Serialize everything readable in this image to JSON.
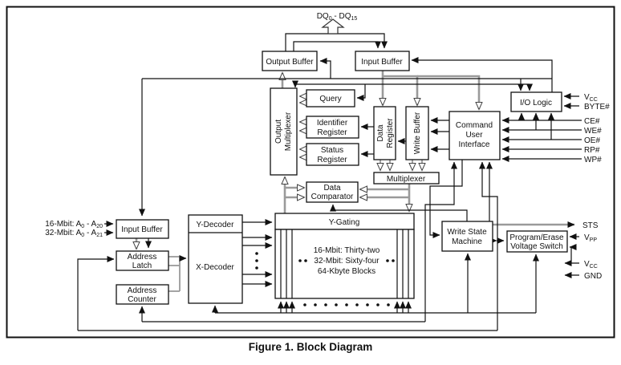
{
  "figure_caption": "Figure 1. Block Diagram",
  "top_bus": {
    "main1": "DQ",
    "sub1": "0",
    "main2": " - DQ",
    "sub2": "15"
  },
  "blocks": {
    "output_buffer": "Output Buffer",
    "input_buffer_top": "Input Buffer",
    "output_multiplexer": [
      "Output",
      "Multiplexer"
    ],
    "query": "Query",
    "identifier_register": [
      "Identifier",
      "Register"
    ],
    "status_register": [
      "Status",
      "Register"
    ],
    "data_register": [
      "Data",
      "Register"
    ],
    "write_buffer": "Write Buffer",
    "command_user_interface": [
      "Command",
      "User",
      "Interface"
    ],
    "io_logic": "I/O Logic",
    "multiplexer": "Multiplexer",
    "data_comparator": [
      "Data",
      "Comparator"
    ],
    "input_buffer_left": "Input Buffer",
    "address_latch": [
      "Address",
      "Latch"
    ],
    "address_counter": [
      "Address",
      "Counter"
    ],
    "y_decoder": "Y-Decoder",
    "x_decoder": "X-Decoder",
    "y_gating": "Y-Gating",
    "memory_array": [
      "16-Mbit: Thirty-two",
      "32-Mbit: Sixty-four",
      "64-Kbyte Blocks"
    ],
    "write_state_machine": [
      "Write State",
      "Machine"
    ],
    "program_erase_voltage_switch": [
      "Program/Erase",
      "Voltage Switch"
    ]
  },
  "pins": {
    "vcc_top": {
      "main": "V",
      "sub": "CC"
    },
    "byte": "BYTE#",
    "ce": "CE#",
    "we": "WE#",
    "oe": "OE#",
    "rp": "RP#",
    "wp": "WP#",
    "sts": "STS",
    "vpp": {
      "main": "V",
      "sub": "PP"
    },
    "vcc_bottom": {
      "main": "V",
      "sub": "CC"
    },
    "gnd": "GND"
  },
  "address_inputs": {
    "line1": {
      "prefix": "16-Mbit: A",
      "sub1": "0",
      "mid": " - A",
      "sub2": "20"
    },
    "line2": {
      "prefix": "32-Mbit: A",
      "sub1": "0",
      "mid": " - A",
      "sub2": "21"
    }
  },
  "colors": {
    "line": "#111111",
    "gray_path": "#9a9a9a",
    "box_fill": "#ffffff",
    "background": "#ffffff"
  }
}
